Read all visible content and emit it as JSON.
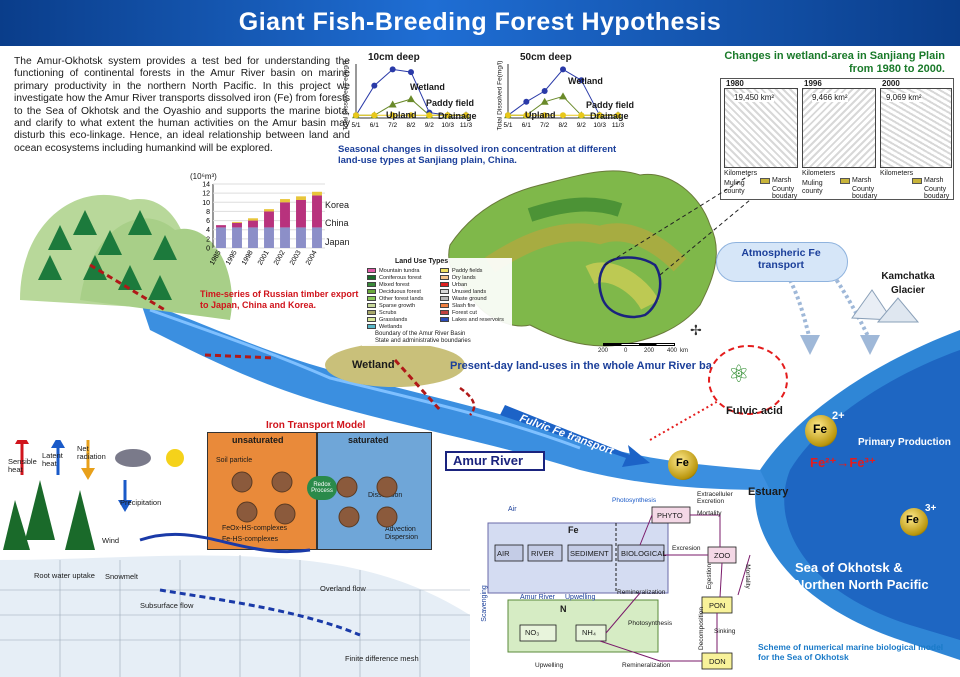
{
  "title": "Giant Fish-Breeding Forest Hypothesis",
  "intro": "The Amur-Okhotsk system provides a test bed for understanding the functioning of continental forests in the Amur River basin on marine primary productivity in the northern North Pacific. In this project we investigate how the Amur River transports dissolved iron (Fe) from forests to the Sea of Okhotsk and the Oyashio and supports the marine biota, and clarify to what extent the human activities on the Amur basin may disturb this eco-linkage. Hence, an ideal relationship between land and ocean ecosystems including humankind will be explored.",
  "timber": {
    "unit": "(10⁶m³)",
    "caption": "Time-series of Russian timber export to Japan, China and Korea.",
    "legend": [
      "Korea",
      "China",
      "Japan"
    ],
    "chart_data": {
      "type": "bar",
      "categories": [
        "1985",
        "1995",
        "1998",
        "2001",
        "2002",
        "2003",
        "2004"
      ],
      "series": [
        {
          "name": "Japan",
          "values": [
            4.5,
            4.5,
            4.5,
            4.5,
            4.5,
            4.5,
            4.5
          ]
        },
        {
          "name": "China",
          "values": [
            0.5,
            1.0,
            1.5,
            3.5,
            5.5,
            6.0,
            7.0
          ]
        },
        {
          "name": "Korea",
          "values": [
            0.0,
            0.2,
            0.5,
            0.5,
            0.7,
            0.8,
            0.8
          ]
        }
      ],
      "ylim": [
        0,
        14
      ],
      "yticks": [
        0,
        2,
        4,
        6,
        8,
        10,
        12,
        14
      ],
      "colors": {
        "Japan": "#8c8fc8",
        "China": "#b8327d",
        "Korea": "#e8c53a"
      }
    }
  },
  "iron_charts": {
    "ylabel": "Total Dissolved Fe(mg/l)",
    "caption": "Seasonal changes in dissolved iron concentration at different land-use types at Sanjiang plain, China.",
    "x_labels": [
      "5/1",
      "6/1",
      "7/2",
      "8/2",
      "9/2",
      "10/3",
      "11/3"
    ],
    "panels": [
      {
        "label": "10cm deep",
        "wetland_label": "Wetland",
        "paddy_label": "Paddy field",
        "upland_label": "Upland",
        "drainage_label": "Drainage"
      },
      {
        "label": "50cm deep",
        "wetland_label": "Wetland",
        "paddy_label": "Paddy field",
        "upland_label": "Upland",
        "drainage_label": "Drainage"
      }
    ]
  },
  "wetland_maps": {
    "title": "Changes in wetland-area in Sanjiang Plain from 1980 to 2000.",
    "years": [
      {
        "year": "1980",
        "area": "19,450 km²"
      },
      {
        "year": "1996",
        "area": "9,466 km²"
      },
      {
        "year": "2000",
        "area": "9,069 km²"
      }
    ],
    "legend": [
      "Marsh",
      "County boudary"
    ],
    "muling": "Muling county",
    "km": "Kilometers"
  },
  "landuse": {
    "legend_title": "Land Use Types",
    "types_left": [
      "Mountain tundra",
      "Coniferous forest",
      "Mixed forest",
      "Deciduous forest",
      "Other forest lands",
      "Sparse growth",
      "Scrubs",
      "Grasslands",
      "Wetlands"
    ],
    "types_right": [
      "Paddy fields",
      "Dry lands",
      "Urban",
      "Unused lands",
      "Waste ground",
      "Slash fire",
      "Forest cut",
      "Lakes and reservoirs"
    ],
    "boundary_1": "Boundary of the Amur River Basin",
    "boundary_2": "State and administrative boundaries",
    "caption": "Present-day land-uses in the whole Amur River basin",
    "scale": [
      "200",
      "0",
      "200",
      "400"
    ],
    "scale_unit": "km"
  },
  "labels": {
    "wetland": "Wetland",
    "amur_river": "Amur River",
    "fulvic_transport": "Fulvic Fe transport",
    "fulvic_acid": "Fulvic acid",
    "atmospheric": "Atmospheric Fe transport",
    "kamchatka": "Kamchatka Glacier",
    "estuary": "Estuary",
    "primary_production": "Primary Production",
    "fe_eq": "Fe²⁺→Fe³⁺",
    "sea": "Sea of Okhotsk & Northen North Pacific",
    "fe": "Fe",
    "fe2": "2+",
    "fe3": "3+"
  },
  "iron_model": {
    "title": "Iron Transport Model",
    "unsaturated": "unsaturated",
    "saturated": "saturated",
    "soil_particle": "Soil particle",
    "redox": "Redox Process",
    "dissolution": "Dissolution",
    "advection": "Advection Dispersion",
    "legend_1": "FeOx-HS-complexes",
    "legend_2": "Fe-HS-complexes"
  },
  "hydrology": {
    "sensible": "Sensible heat",
    "latent": "Latent heat",
    "net": "Net radiation",
    "precip": "Precipitation",
    "wind": "Wind",
    "root": "Root water uptake",
    "snowmelt": "Snowmelt",
    "subsurface": "Subsurface flow",
    "overland": "Overland flow",
    "mesh": "Finite difference mesh"
  },
  "marine_model": {
    "fe": "Fe",
    "air": "AIR",
    "river": "RIVER",
    "sediment": "SEDIMENT",
    "biological": "BIOLOGICAL",
    "air_in": "Air",
    "amur_in": "Amur River",
    "upwelling_in": "Upwelling",
    "scavenging": "Scavenging",
    "n": "N",
    "no3": "NO₃",
    "nh4": "NH₄",
    "phyto": "PHYTO",
    "zoo": "ZOO",
    "pon": "PON",
    "don": "DON",
    "photosynthesis_top": "Photosynthesis",
    "extracell": "Extracelluler Excretion",
    "mortality": "Mortality",
    "excresion": "Excresion",
    "egestion": "Egestion",
    "mortality2": "Mortality",
    "remineralization": "Remineralization",
    "photosynthesis": "Photosynthesis",
    "decomposition": "Decomposition",
    "sinking": "Sinking",
    "upwelling": "Upwelling",
    "remineralization2": "Remineralization",
    "caption": "Scheme of numerical marine biological model for the Sea of Okhotsk"
  }
}
